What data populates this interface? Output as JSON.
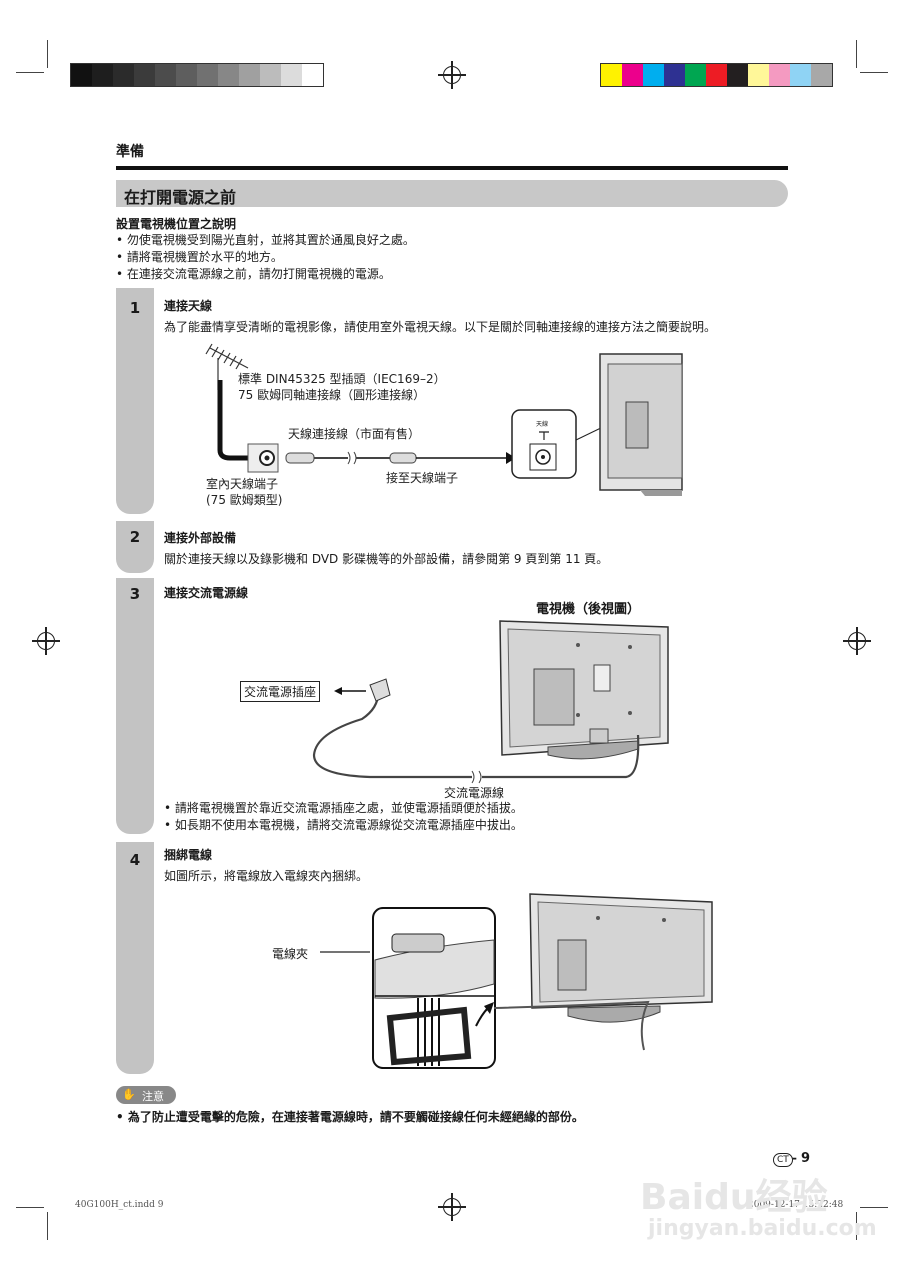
{
  "header": {
    "section": "準備",
    "banner_title": "在打開電源之前"
  },
  "intro": {
    "title": "設置電視機位置之說明",
    "bullets": [
      "勿使電視機受到陽光直射，並將其置於通風良好之處。",
      "請將電視機置於水平的地方。",
      "在連接交流電源線之前，請勿打開電視機的電源。"
    ]
  },
  "steps": [
    {
      "number": "1",
      "title": "連接天線",
      "text": "為了能盡情享受清晰的電視影像，請使用室外電視天線。以下是關於同軸連接線的連接方法之簡要說明。",
      "diagram": {
        "plug_line1": "標準 DIN45325 型插頭（IEC169–2）",
        "plug_line2": "75 歐姆同軸連接線（圓形連接線）",
        "cable_label": "天線連接線（市面有售）",
        "terminal_to": "接至天線端子",
        "indoor_line1": "室內天線端子",
        "indoor_line2": "(75 歐姆類型)",
        "port_label": "天線"
      }
    },
    {
      "number": "2",
      "title": "連接外部設備",
      "text": "關於連接天線以及錄影機和 DVD 影碟機等的外部設備，請參閱第 9 頁到第 11 頁。"
    },
    {
      "number": "3",
      "title": "連接交流電源線",
      "diagram": {
        "tv_caption": "電視機（後視圖）",
        "outlet_label": "交流電源插座",
        "cord_label": "交流電源線"
      },
      "bullets": [
        "請將電視機置於靠近交流電源插座之處，並使電源插頭便於插拔。",
        "如長期不使用本電視機，請將交流電源線從交流電源插座中拔出。"
      ]
    },
    {
      "number": "4",
      "title": "捆綁電線",
      "text": "如圖所示，將電線放入電線夾內捆綁。",
      "diagram": {
        "clip_label": "電線夾"
      }
    }
  ],
  "caution": {
    "label": "注意",
    "text": "為了防止遭受電擊的危險，在連接著電源線時，請不要觸碰接線任何未經絕緣的部份。"
  },
  "page": {
    "lang_badge": "CT",
    "number": "9"
  },
  "footer": {
    "file": "40G100H_ct.indd   9",
    "date": "2009-12-17   15:22:48"
  },
  "watermark": {
    "brand": "Baidu经验",
    "url": "jingyan.baidu.com"
  },
  "colors": {
    "grays": [
      "#111111",
      "#1e1e1e",
      "#2b2b2b",
      "#3b3b3b",
      "#4c4c4c",
      "#5e5e5e",
      "#717171",
      "#878787",
      "#a0a0a0",
      "#bcbcbc",
      "#dcdcdc",
      "#ffffff"
    ],
    "process": [
      "#fff200",
      "#ec008c",
      "#00aeef",
      "#2e3192",
      "#00a651",
      "#ed1c24",
      "#231f20",
      "#fff799",
      "#f49ac1",
      "#8fd3f4",
      "#a8a8a8"
    ]
  }
}
